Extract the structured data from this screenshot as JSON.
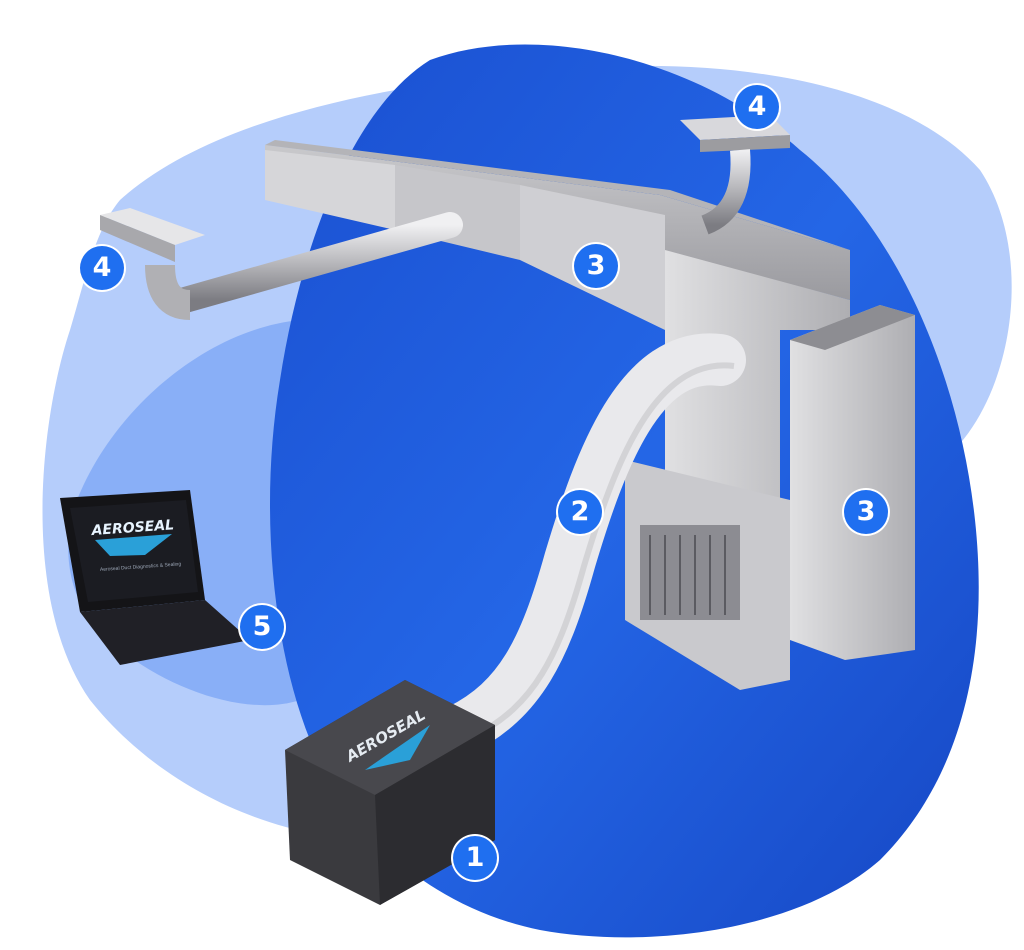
{
  "diagram": {
    "brand_logo": "AEROSEAL",
    "laptop_screen_subtitle": "Aeroseal Duct Diagnostics & Sealing",
    "callouts": [
      {
        "id": "injector",
        "label": "1"
      },
      {
        "id": "flex-hose",
        "label": "2"
      },
      {
        "id": "duct-trunk",
        "label": "3"
      },
      {
        "id": "plenum",
        "label": "3"
      },
      {
        "id": "register-left",
        "label": "4"
      },
      {
        "id": "register-right",
        "label": "4"
      },
      {
        "id": "laptop",
        "label": "5"
      }
    ],
    "colors": {
      "badge": "#1f6ff0",
      "light_blob": "#b5cdfb",
      "dark_blob": "#1c58dc",
      "brand_accent": "#2aa0d8"
    }
  }
}
